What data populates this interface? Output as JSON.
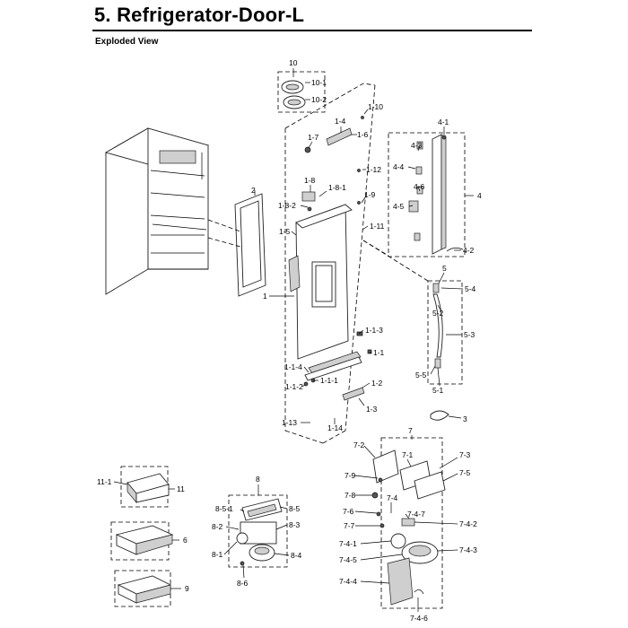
{
  "page": {
    "section_number": "5.",
    "title": "Refrigerator-Door-L",
    "subtitle": "Exploded View"
  },
  "callouts": [
    "10",
    "10-1",
    "10-2",
    "1-10",
    "1-4",
    "1-6",
    "1-7",
    "1-12",
    "1-8",
    "1-8-1",
    "1-8-2",
    "1-9",
    "1-5",
    "1-11",
    "1",
    "2",
    "4-1",
    "4-3",
    "4-4",
    "4-6",
    "4-5",
    "4",
    "4-2",
    "5",
    "5-4",
    "5-2",
    "5-3",
    "5-5",
    "5-1",
    "1-1-3",
    "1-1",
    "1-1-4",
    "1-1-2",
    "1-1-1",
    "1-2",
    "1-3",
    "1-13",
    "1-14",
    "3",
    "7",
    "7-2",
    "7-1",
    "7-3",
    "7-9",
    "7-5",
    "7-8",
    "7-4",
    "7-4-7",
    "7-6",
    "7-7",
    "7-4-2",
    "7-4-1",
    "7-4-3",
    "7-4-5",
    "7-4-4",
    "7-4-6",
    "11-1",
    "11",
    "8",
    "8-5-1",
    "8-5",
    "8-2",
    "8-3",
    "8-1",
    "8-4",
    "8-6",
    "6",
    "9"
  ]
}
